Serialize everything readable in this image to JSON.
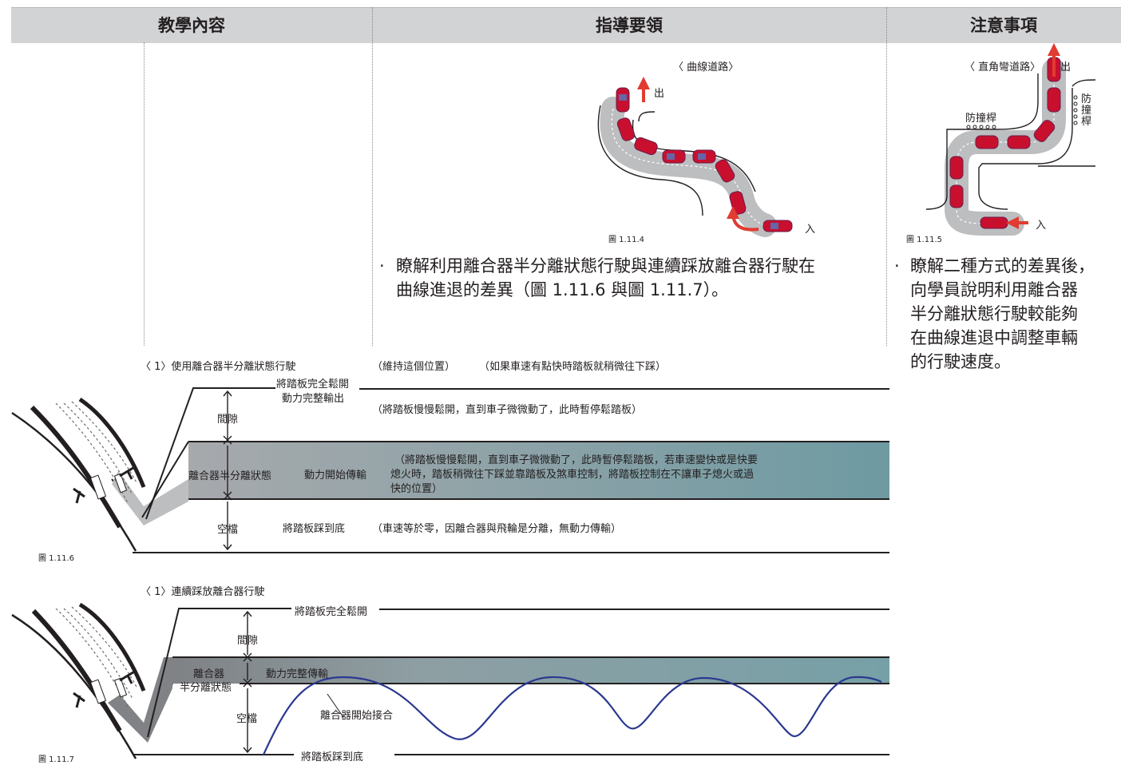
{
  "header": {
    "col1": "教學內容",
    "col2": "指導要領",
    "col3": "注意事項"
  },
  "fig4": {
    "title": "〈 曲線道路〉",
    "out": "出",
    "in": "入",
    "label": "圖 1.11.4"
  },
  "fig5": {
    "title": "〈 直角彎道路〉",
    "out": "出",
    "in": "入",
    "barrier_top": "防撞桿",
    "barrier_right": "防撞桿",
    "label": "圖 1.11.5"
  },
  "guidance": {
    "bullet": "·",
    "line1": "瞭解利用離合器半分離狀態行駛與連續踩放離合器行駛在",
    "line2": "曲線進退的差異（圖 1.11.6 與圖 1.11.7）。"
  },
  "notes": {
    "bullet": "·",
    "lines": [
      "瞭解二種方式的差異後，",
      "向學員說明利用離合器",
      "半分離狀態行駛較能夠",
      "在曲線進退中調整車輛",
      "的行駛速度。"
    ]
  },
  "fig6": {
    "title": "〈 1〉使用離合器半分離狀態行駛",
    "keep": "（維持這個位置）",
    "press": "（如果車速有點快時踏板就稍微往下踩）",
    "release_full_1": "將踏板完全鬆開",
    "release_full_2": "動力完整輸出",
    "gap": "間隙",
    "slow_release": "（將踏板慢慢鬆開，直到車子微微動了，此時暫停鬆踏板）",
    "half_clutch": "離合器半分離狀態",
    "power_start": "動力開始傳輸",
    "note_1": "（將踏板慢慢鬆開，直到車子微微動了，此時暫停鬆踏板，若車速變快或是快要",
    "note_2": "熄火時，踏板稍微往下踩並靠踏板及煞車控制，將踏板控制在不讓車子熄火或過",
    "note_3": "快的位置）",
    "neutral": "空檔",
    "press_floor": "將踏板踩到底",
    "zero_speed": "（車速等於零，因離合器與飛輪是分離，無動力傳輸）",
    "label": "圖 1.11.6"
  },
  "fig7": {
    "title": "〈 1〉連續踩放離合器行駛",
    "release_full": "將踏板完全鬆開",
    "gap": "間隙",
    "clutch_1": "離合器",
    "clutch_2": "半分離狀態",
    "power_full": "動力完整傳輸",
    "neutral": "空檔",
    "engage": "離合器開始接合",
    "press_floor": "將踏板踩到底",
    "label": "圖 1.11.7"
  }
}
